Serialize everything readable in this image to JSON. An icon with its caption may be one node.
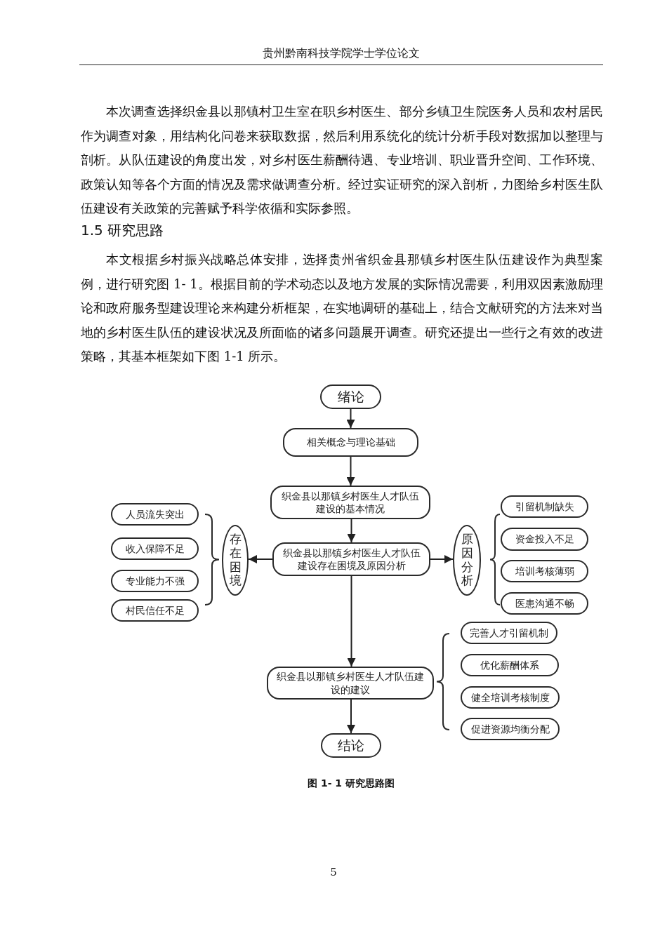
{
  "diagram": {
    "caption": "图 1- 1 研究思路图",
    "nodes": [
      {
        "text": [
          "绪论"
        ]
      },
      {
        "text": [
          "相关概念与理论基础"
        ]
      },
      {
        "text": [
          "织金县以那镇乡村医生人才队伍建设的基本情况"
        ]
      },
      {
        "text": [
          "织金县以那镇乡村医生人才队伍建设存在困境及原因分析"
        ]
      },
      {
        "text": [
          "存在困境"
        ]
      },
      {
        "text": [
          "人员流失突出"
        ]
      },
      {
        "text": [
          "收入保障不足"
        ]
      },
      {
        "text": [
          "专业能力不强"
        ]
      },
      {
        "text": [
          "村民信任不足"
        ]
      },
      {
        "text": [
          "原因分析"
        ]
      },
      {
        "text": [
          "引留机制缺失"
        ]
      },
      {
        "text": [
          "资金投入不足"
        ]
      },
      {
        "text": [
          "培训考核薄弱"
        ]
      },
      {
        "text": [
          "医患沟通不畅"
        ]
      },
      {
        "text": [
          "织金县以那镇乡村医生人才队伍建设的建议"
        ]
      },
      {
        "text": [
          "完善人才引留机制"
        ]
      },
      {
        "text": [
          "优化薪酬体系"
        ]
      },
      {
        "text": [
          "健全培训考核制度"
        ]
      },
      {
        "text": [
          "促进资源均衡分配"
        ]
      },
      {
        "text": [
          "结论"
        ]
      }
    ],
    "edges": [
      {
        "from": 0,
        "to": 1,
        "arrow": "to"
      },
      {
        "from": 1,
        "to": 2,
        "arrow": "to"
      },
      {
        "from": 2,
        "to": 3,
        "arrow": "to"
      },
      {
        "from": 3,
        "to": 4,
        "arrow": "to"
      },
      {
        "from": 3,
        "to": 9,
        "arrow": "to"
      },
      {
        "from": 3,
        "to": 14,
        "arrow": "to"
      },
      {
        "from": 14,
        "to": 19,
        "arrow": "to"
      }
    ],
    "labels": [
      "贵州黔南科技学院学士学位论文",
      "本次调查选择织金县以那镇村卫生室在职乡村医生、部分乡镇卫生院医务人员和农村居民作为调查对象，用结构化问卷来获取数据，然后利用系统化的统计分析手段对数据加以整理与剖析。从队伍建设的角度出发，对乡村医生薪酬待遇、专业培训、职业晋升空间、工作环境、政策认知等各个方面的情况及需求做调查分析。经过实证研究的深入剖析，力图给乡村医生队伍建设有关政策的完善赋予科学依循和实际参照。",
      "1.5 研究思路",
      "本文根据乡村振兴战略总体安排，选择贵州省织金县那镇乡村医生队伍建设作为典型案例，进行研究图 1- 1。根据目前的学术动态以及地方发展的实际情况需要，利用双因素激励理论和政府服务型建设理论来构建分析框架，在实地调研的基础上，结合文献研究的方法来对当地的乡村医生队伍的建设状况及所面临的诸多问题展开调查。研究还提出一些行之有效的改进策略，其基本框架如下图 1-1 所示。",
      "5"
    ]
  }
}
